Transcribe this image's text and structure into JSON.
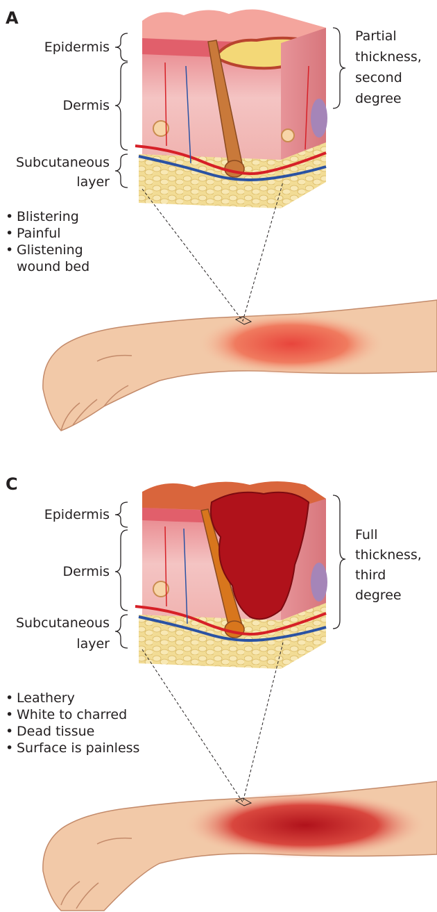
{
  "panels": [
    {
      "letter": "A",
      "labels": {
        "epidermis": "Epidermis",
        "dermis": "Dermis",
        "subcutaneous_line1": "Subcutaneous",
        "subcutaneous_line2": "layer"
      },
      "depth": {
        "line1": "Partial",
        "line2": "thickness,",
        "line3": "second",
        "line4": "degree"
      },
      "features": [
        "Blistering",
        "Painful",
        "Glistening",
        "wound bed"
      ],
      "colors": {
        "wound": "#e8453c",
        "blister": "#f3d877"
      }
    },
    {
      "letter": "C",
      "labels": {
        "epidermis": "Epidermis",
        "dermis": "Dermis",
        "subcutaneous_line1": "Subcutaneous",
        "subcutaneous_line2": "layer"
      },
      "depth": {
        "line1": "Full",
        "line2": "thickness,",
        "line3": "third",
        "line4": "degree"
      },
      "features": [
        "Leathery",
        "White to charred",
        "Dead tissue",
        "Surface is painless"
      ],
      "colors": {
        "wound": "#b0121b",
        "blister": "#c0141d"
      }
    }
  ],
  "colors": {
    "skin": "#f2c9a8",
    "dermis": "#efa4a8",
    "fat": "#f2dc95",
    "artery": "#d62027",
    "vein": "#2a52a3"
  }
}
